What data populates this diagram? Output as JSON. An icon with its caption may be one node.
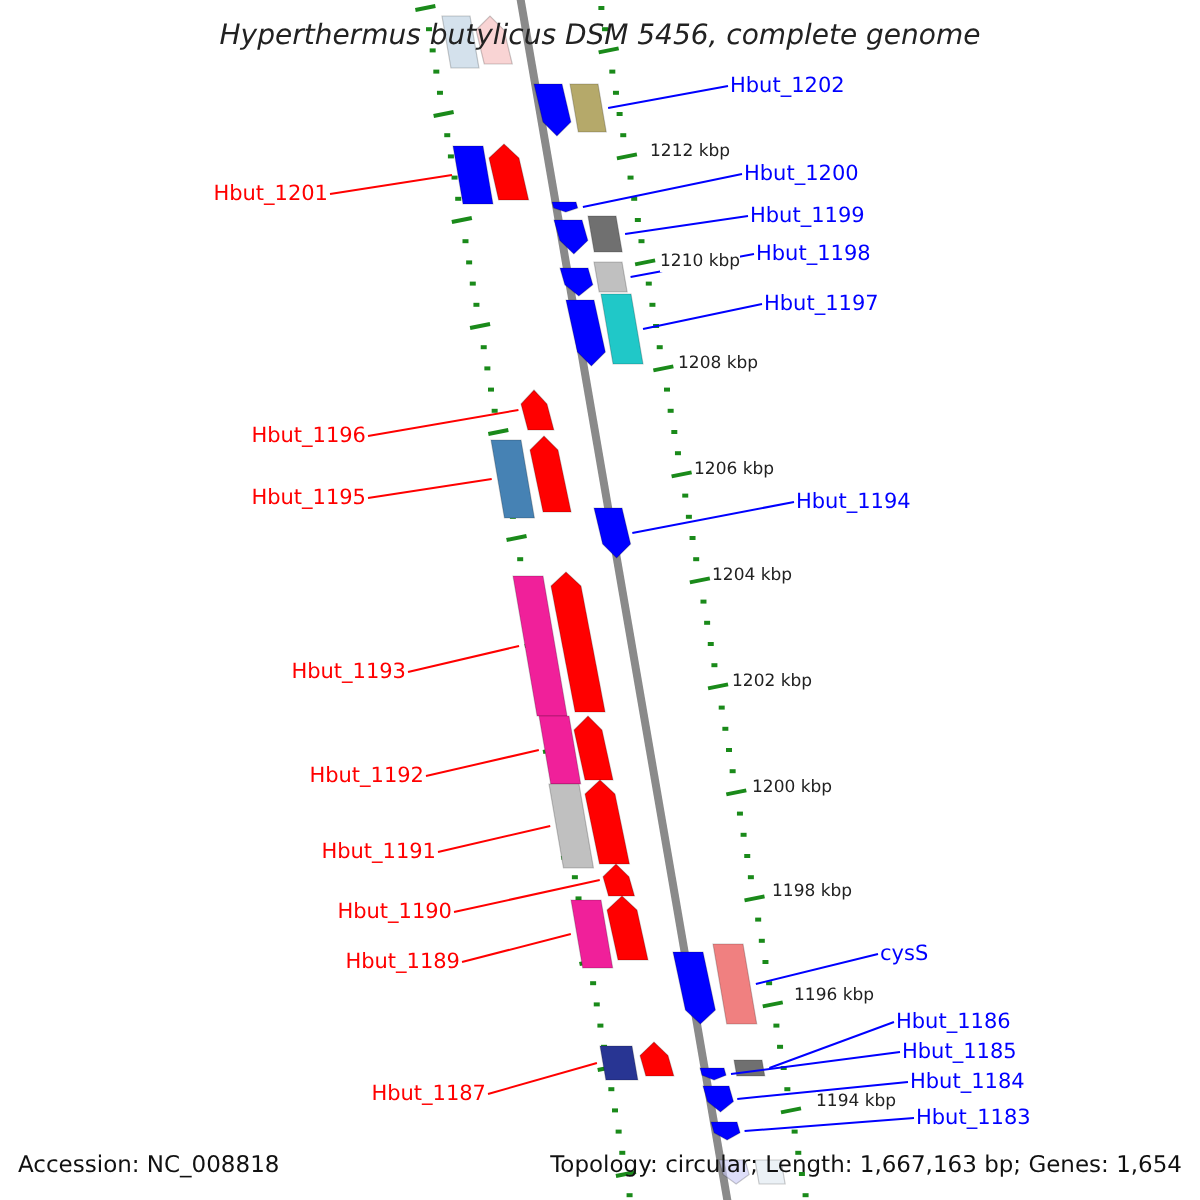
{
  "diagram": {
    "title": "Hyperthermus butylicus DSM 5456, complete genome",
    "nodes": [
      {
        "text": [
          "Hbut_1202"
        ]
      },
      {
        "text": [
          "Hbut_1201"
        ]
      },
      {
        "text": [
          "Hbut_1200"
        ]
      },
      {
        "text": [
          "Hbut_1199"
        ]
      },
      {
        "text": [
          "Hbut_1198"
        ]
      },
      {
        "text": [
          "Hbut_1197"
        ]
      },
      {
        "text": [
          "Hbut_1196"
        ]
      },
      {
        "text": [
          "Hbut_1195"
        ]
      },
      {
        "text": [
          "Hbut_1194"
        ]
      },
      {
        "text": [
          "Hbut_1193"
        ]
      },
      {
        "text": [
          "Hbut_1192"
        ]
      },
      {
        "text": [
          "Hbut_1191"
        ]
      },
      {
        "text": [
          "Hbut_1190"
        ]
      },
      {
        "text": [
          "Hbut_1189"
        ]
      },
      {
        "text": [
          "cysS"
        ]
      },
      {
        "text": [
          "Hbut_1186"
        ]
      },
      {
        "text": [
          "Hbut_1185"
        ]
      },
      {
        "text": [
          "Hbut_1184"
        ]
      },
      {
        "text": [
          "Hbut_1187"
        ]
      },
      {
        "text": [
          "Hbut_1183"
        ]
      },
      {
        "text": [],
        "shape": "bar"
      },
      {
        "text": [],
        "shape": "bar"
      },
      {
        "text": [],
        "shape": "bar"
      },
      {
        "text": [],
        "shape": "bar"
      },
      {
        "text": [],
        "shape": "bar"
      },
      {
        "text": [],
        "shape": "bar"
      },
      {
        "text": [],
        "shape": "bar"
      },
      {
        "text": [],
        "shape": "bar"
      },
      {
        "text": [],
        "shape": "bar"
      },
      {
        "text": [],
        "shape": "bar"
      },
      {
        "text": [],
        "shape": "bar"
      },
      {
        "text": [],
        "shape": "bar"
      },
      {
        "text": [],
        "shape": "bar"
      },
      {
        "text": [],
        "shape": "bar"
      },
      {
        "text": [],
        "shape": "bar"
      },
      {
        "text": [],
        "shape": "bar"
      },
      {
        "text": [],
        "shape": "bar"
      },
      {
        "text": [],
        "shape": "bar"
      },
      {
        "text": [],
        "shape": "bar"
      },
      {
        "text": [],
        "shape": "bar"
      },
      {
        "text": [],
        "shape": "bar"
      },
      {
        "text": [],
        "shape": "bar"
      },
      {
        "text": [],
        "shape": "bar"
      },
      {
        "text": [],
        "shape": "bar"
      },
      {
        "text": [],
        "shape": "bar"
      },
      {
        "text": [],
        "shape": "bar"
      },
      {
        "text": [],
        "shape": "bar"
      },
      {
        "text": [],
        "shape": "bar"
      },
      {
        "text": [],
        "shape": "bar"
      },
      {
        "text": [],
        "shape": "bar"
      },
      {
        "text": [],
        "shape": "bar"
      },
      {
        "text": [],
        "shape": "bar"
      },
      {
        "text": [],
        "shape": "bar"
      },
      {
        "text": [],
        "shape": "bar"
      },
      {
        "text": [],
        "shape": "bar"
      },
      {
        "text": [],
        "shape": "bar"
      }
    ],
    "edges": [
      {
        "from": 0,
        "to": 23,
        "arrow": "none"
      },
      {
        "from": 1,
        "to": 24,
        "arrow": "none",
        "color": "#ff0000"
      },
      {
        "from": 2,
        "to": 26,
        "arrow": "none"
      },
      {
        "from": 3,
        "to": 28,
        "arrow": "none"
      },
      {
        "from": 4,
        "to": 30,
        "arrow": "none"
      },
      {
        "from": 5,
        "to": 32,
        "arrow": "none"
      },
      {
        "from": 6,
        "to": 33,
        "arrow": "none",
        "color": "#ff0000"
      },
      {
        "from": 7,
        "to": 34,
        "arrow": "none",
        "color": "#ff0000"
      },
      {
        "from": 8,
        "to": 36,
        "arrow": "none"
      },
      {
        "from": 9,
        "to": 37,
        "arrow": "none",
        "color": "#ff0000"
      },
      {
        "from": 10,
        "to": 39,
        "arrow": "none",
        "color": "#ff0000"
      },
      {
        "from": 11,
        "to": 41,
        "arrow": "none",
        "color": "#ff0000"
      },
      {
        "from": 12,
        "to": 43,
        "arrow": "none",
        "color": "#ff0000"
      },
      {
        "from": 13,
        "to": 44,
        "arrow": "none",
        "color": "#ff0000"
      },
      {
        "from": 14,
        "to": 47,
        "arrow": "none"
      },
      {
        "from": 15,
        "to": 51,
        "arrow": "none"
      },
      {
        "from": 16,
        "to": 50,
        "arrow": "none"
      },
      {
        "from": 17,
        "to": 52,
        "arrow": "none"
      },
      {
        "from": 18,
        "to": 48,
        "arrow": "none",
        "color": "#ff0000"
      },
      {
        "from": 19,
        "to": 53,
        "arrow": "none"
      }
    ],
    "labels": [
      "1212 kbp",
      "1210 kbp",
      "1208 kbp",
      "1206 kbp",
      "1204 kbp",
      "1202 kbp",
      "1200 kbp",
      "1198 kbp",
      "1196 kbp",
      "1194 kbp",
      "Accession: NC_008818",
      "Topology: circular; Length: 1,667,163 bp; Genes: 1,654"
    ]
  }
}
